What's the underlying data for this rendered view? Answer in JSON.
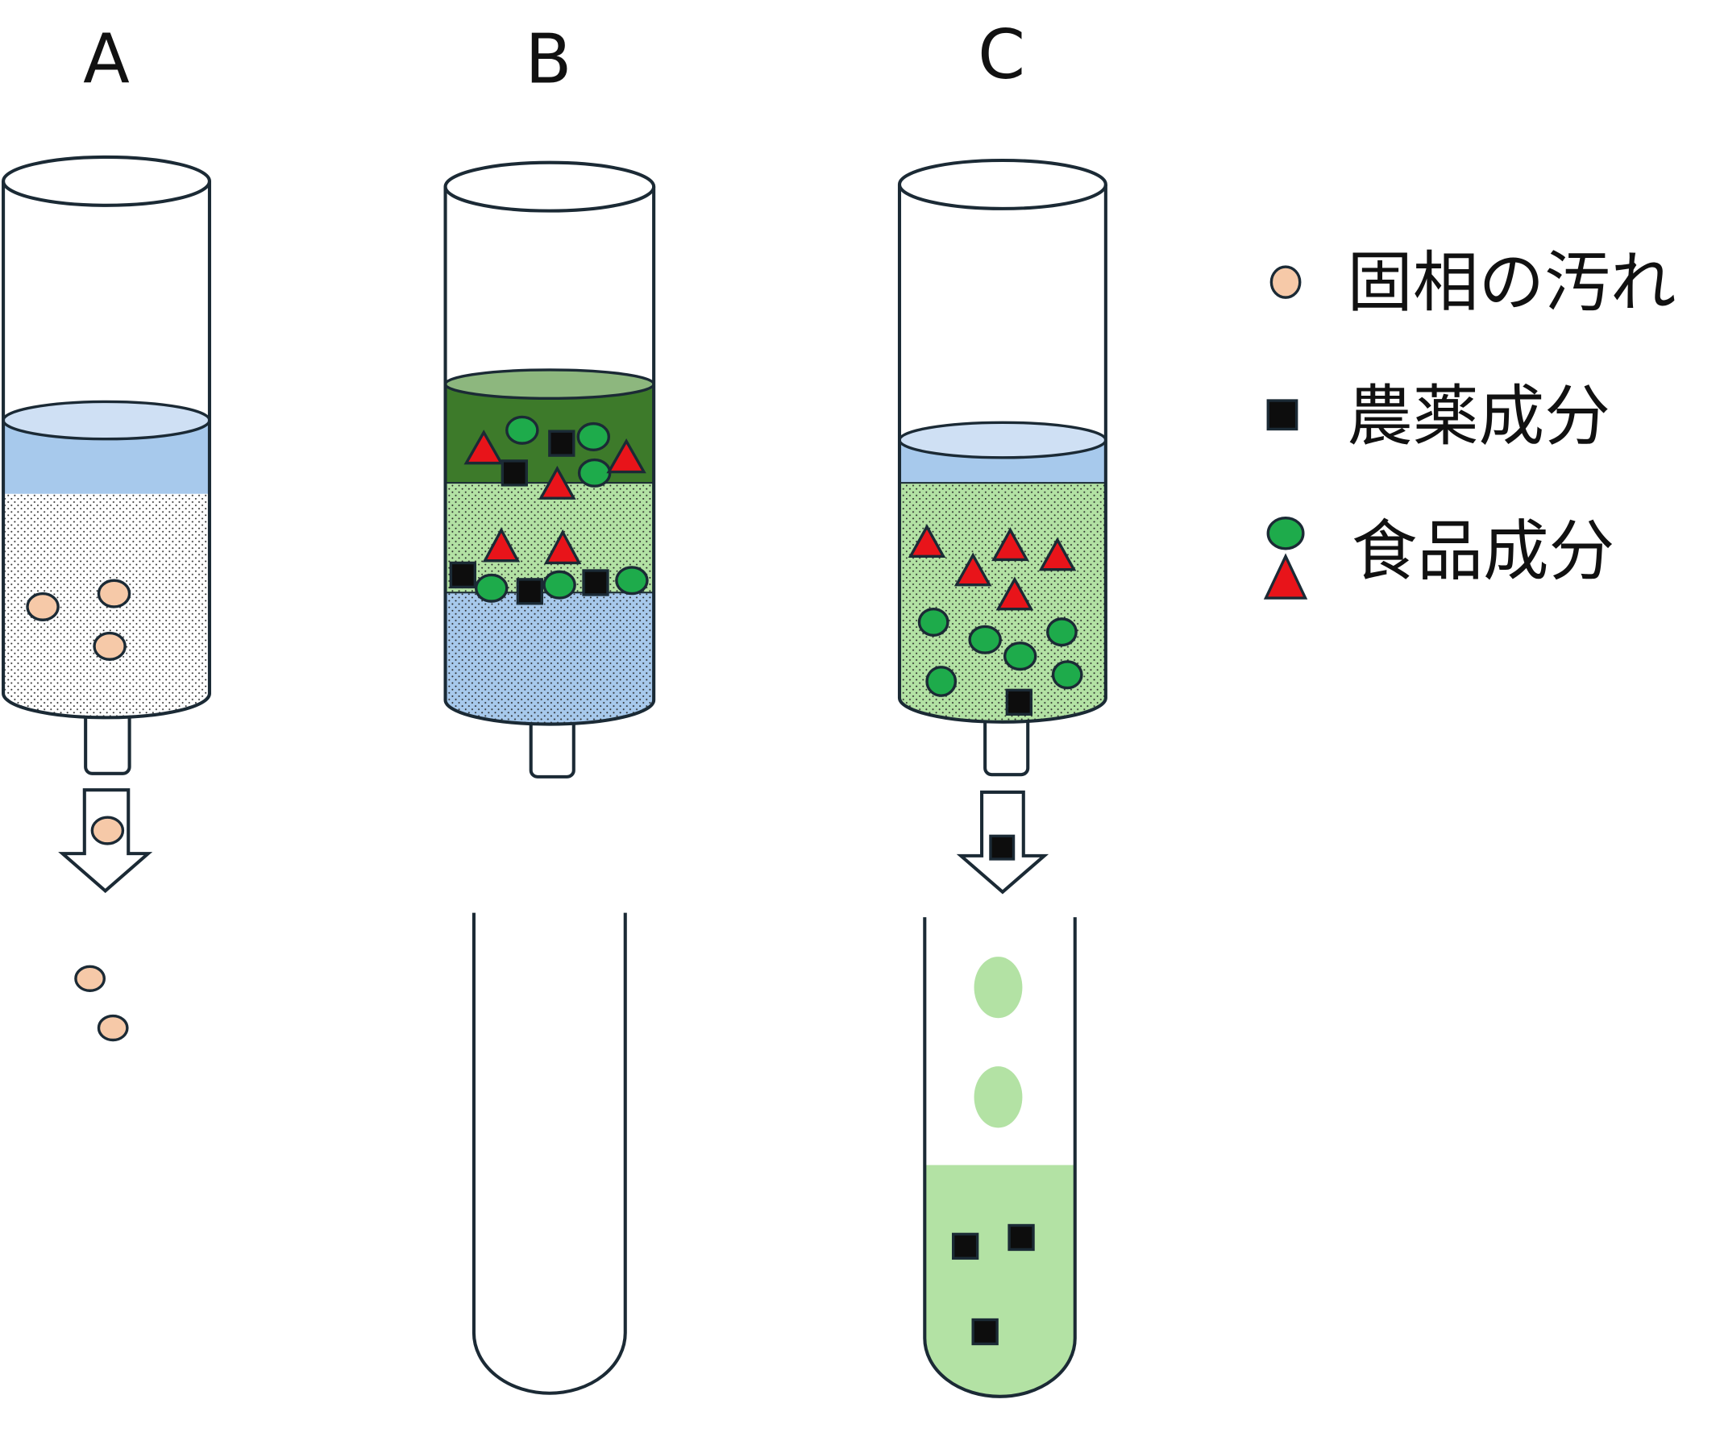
{
  "labels": {
    "a": "A",
    "b": "B",
    "c": "C"
  },
  "legend": [
    {
      "label": "固相の汚れ",
      "symbol": "peach-circle"
    },
    {
      "label": "農薬成分",
      "symbol": "black-square"
    },
    {
      "label": "食品成分",
      "symbol": "green-circle-and-red-triangle"
    }
  ],
  "colors": {
    "particle": "#f6c9a8",
    "pesticide": "#0d0d0d",
    "food_circle": "#1eab4b",
    "food_triangle": "#e8141a",
    "solvent_blue": "#a7c9ec",
    "green_phase": "#b3e2a4",
    "dark_green_phase": "#3d7a2a",
    "outline": "#1b2a35"
  }
}
